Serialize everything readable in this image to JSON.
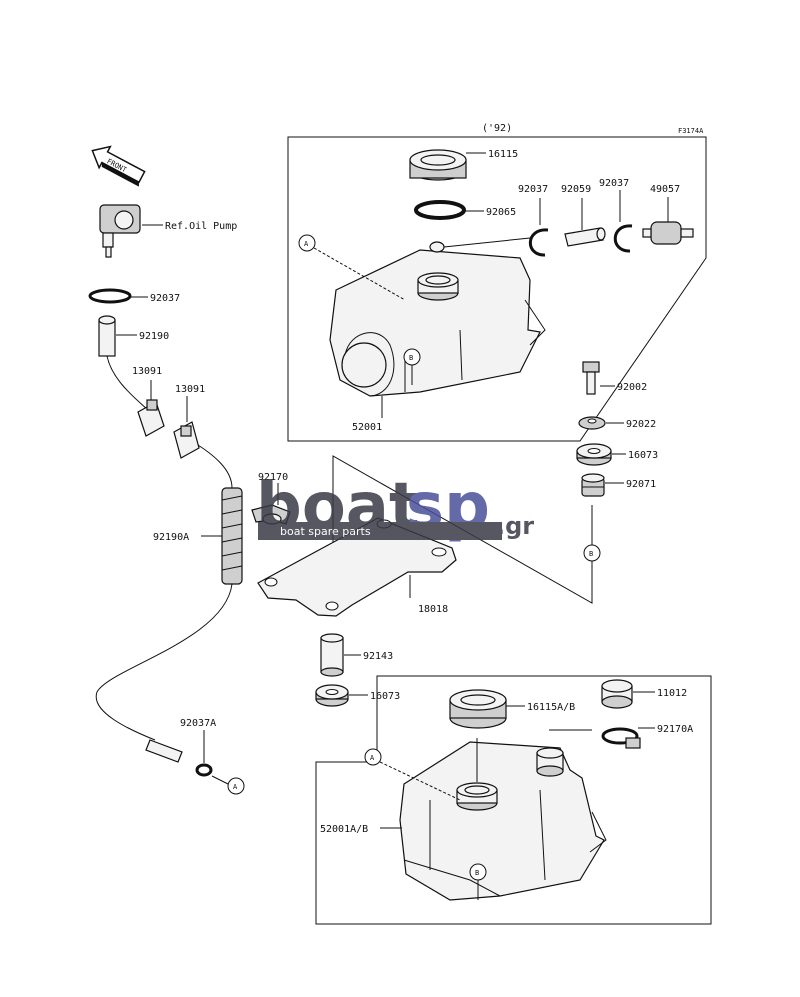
{
  "diagram": {
    "code": "F3174A",
    "year_note": "('92)",
    "front_label": "FRONT",
    "ref_oil_pump": "Ref.Oil Pump",
    "marker_a": "A",
    "marker_b": "B",
    "parts": {
      "p16115": "16115",
      "p92065": "92065",
      "p92037_upper_left": "92037",
      "p92059": "92059",
      "p92037_upper_right": "92037",
      "p49057": "49057",
      "p52001": "52001",
      "p92002": "92002",
      "p92022": "92022",
      "p16073_right": "16073",
      "p92071": "92071",
      "p92037_pump": "92037",
      "p92190": "92190",
      "p13091_a": "13091",
      "p13091_b": "13091",
      "p92170": "92170",
      "p92190a": "92190A",
      "p18018": "18018",
      "p92143": "92143",
      "p16073_lower": "16073",
      "p92037a": "92037A",
      "p16115ab": "16115A/B",
      "p11012": "11012",
      "p92170a": "92170A",
      "p52001ab": "52001A/B"
    }
  },
  "watermark": {
    "text_boat": "boat",
    "text_sp": "sp",
    "text_gr": ".gr",
    "subtitle": "boat spare parts",
    "color_dark": "#3a3a46",
    "color_accent": "#4a4f9a"
  }
}
